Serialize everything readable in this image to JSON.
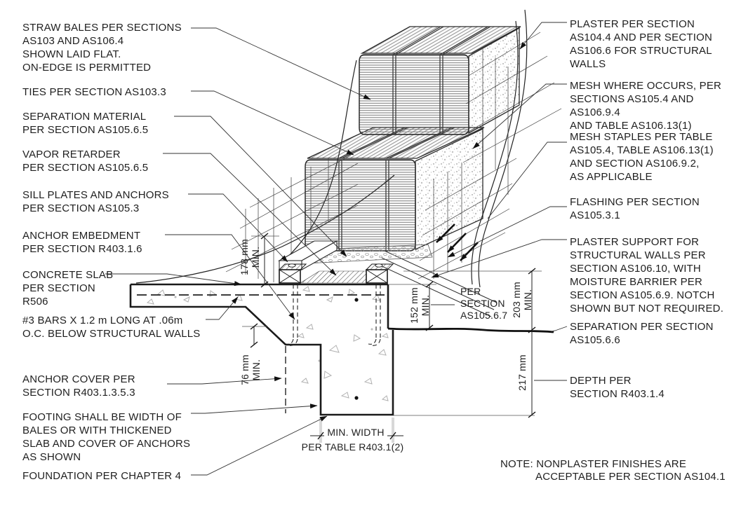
{
  "figure": {
    "type": "construction-detail-drawing",
    "background": "#ffffff",
    "line_color": "#1a1a1a",
    "hatch_color": "#787878",
    "stipple_color": "#b4b4b4"
  },
  "labels_left": [
    {
      "id": "straw-bales",
      "text": "STRAW BALES PER SECTIONS\nAS103 AND AS106.4\nSHOWN LAID FLAT.\nON-EDGE IS PERMITTED"
    },
    {
      "id": "ties",
      "text": "TIES PER SECTION AS103.3"
    },
    {
      "id": "separation-material",
      "text": "SEPARATION MATERIAL\nPER SECTION AS105.6.5"
    },
    {
      "id": "vapor-retarder",
      "text": "VAPOR RETARDER\nPER SECTION AS105.6.5"
    },
    {
      "id": "sill-plates",
      "text": "SILL PLATES AND ANCHORS\nPER SECTION AS105.3"
    },
    {
      "id": "anchor-embedment",
      "text": "ANCHOR EMBEDMENT\nPER SECTION R403.1.6"
    },
    {
      "id": "concrete-slab",
      "text": "CONCRETE SLAB\nPER SECTION\nR506"
    },
    {
      "id": "bars",
      "text": "#3 BARS X 1.2 m LONG AT .06m\nO.C. BELOW STRUCTURAL WALLS"
    },
    {
      "id": "anchor-cover",
      "text": "ANCHOR COVER PER\nSECTION R403.1.3.5.3"
    },
    {
      "id": "footing",
      "text": "FOOTING SHALL BE WIDTH OF\nBALES OR WITH THICKENED\nSLAB AND COVER OF ANCHORS\nAS SHOWN"
    },
    {
      "id": "foundation",
      "text": "FOUNDATION PER CHAPTER 4"
    }
  ],
  "labels_right": [
    {
      "id": "plaster",
      "text": "PLASTER PER SECTION\nAS104.4 AND PER SECTION\nAS106.6 FOR STRUCTURAL\nWALLS"
    },
    {
      "id": "mesh",
      "text": "MESH WHERE OCCURS, PER\nSECTIONS AS105.4 AND AS106.9.4\nAND TABLE AS106.13(1)"
    },
    {
      "id": "mesh-staples",
      "text": "MESH STAPLES PER TABLE\nAS105.4, TABLE AS106.13(1)\nAND SECTION AS106.9.2,\nAS APPLICABLE"
    },
    {
      "id": "flashing",
      "text": "FLASHING PER SECTION\nAS105.3.1"
    },
    {
      "id": "plaster-support",
      "text": "PLASTER SUPPORT FOR\nSTRUCTURAL WALLS PER\nSECTION AS106.10, WITH\nMOISTURE BARRIER PER\nSECTION AS105.6.9. NOTCH\nSHOWN BUT NOT REQUIRED."
    },
    {
      "id": "separation",
      "text": "SEPARATION PER SECTION\nAS105.6.6"
    },
    {
      "id": "depth",
      "text": "DEPTH PER\nSECTION R403.1.4"
    }
  ],
  "dimensions": {
    "d178": "178 mm\nMIN.",
    "d152": "152 mm\nMIN.",
    "d203": "203 mm\nMIN.",
    "d217": "217 mm",
    "d76": "76 mm\nMIN.",
    "per_section": "PER\nSECTION\nAS105.6.7",
    "min_width": "MIN. WIDTH",
    "min_width_table": "PER TABLE R403.1(2)"
  },
  "note": {
    "line1": "NOTE: NONPLASTER FINISHES ARE",
    "line2": "ACCEPTABLE PER SECTION AS104.1"
  }
}
